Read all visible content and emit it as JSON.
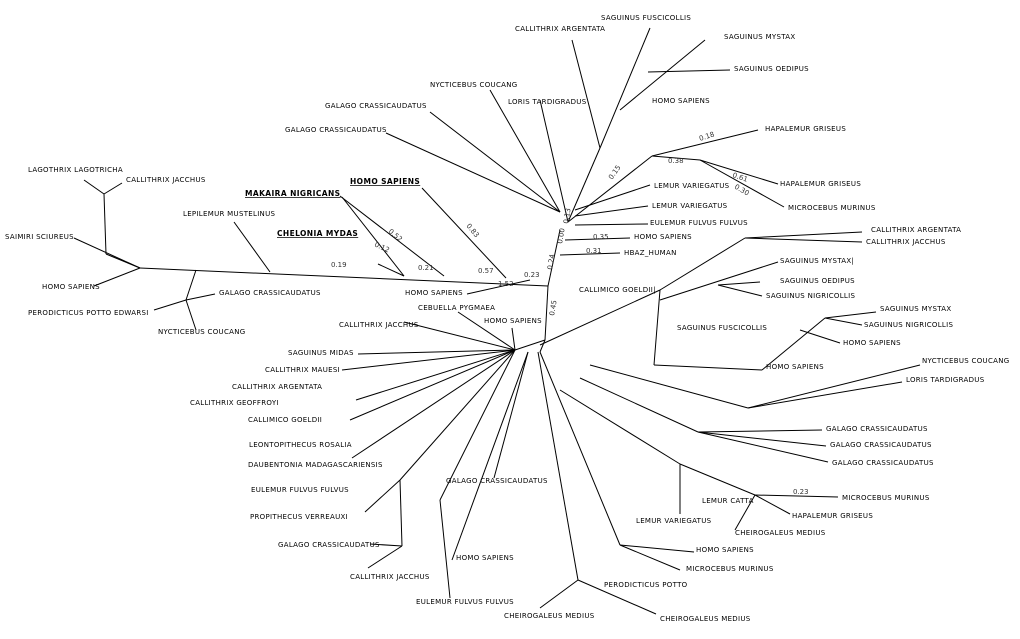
{
  "taxa": {
    "t1": "SAGUINUS FUSCICOLLIS",
    "t2": "CALLITHRIX ARGENTATA",
    "t3": "SAGUINUS MYSTAX",
    "t4": "SAGUINUS OEDIPUS",
    "t5": "NYCTICEBUS COUCANG",
    "t6": "GALAGO CRASSICAUDATUS",
    "t7": "LORIS TARDIGRADUS",
    "t8": "HOMO SAPIENS",
    "t9": "GALAGO CRASSICAUDATUS",
    "t10": "HAPALEMUR GRISEUS",
    "t11": "LAGOTHRIX LAGOTRICHA",
    "t12": "CALLITHRIX JACCHUS",
    "t13": "HAPALEMUR GRISEUS",
    "t14": "MICROCEBUS MURINUS",
    "t15": "LEMUR VARIEGATUS",
    "t16": "LEMUR VARIEGATUS",
    "t17": "LEPILEMUR MUSTELINUS",
    "t18": "EULEMUR FULVUS FULVUS",
    "t19": "HOMO SAPIENS",
    "t20": "CALLITHRIX ARGENTATA",
    "t21": "SAIMIRI SCIUREUS",
    "t22": "CALLITHRIX JACCHUS",
    "t23": "HBAZ_HUMAN",
    "t24": "SAGUINUS MYSTAX|",
    "t25": "SAGUINUS OEDIPUS",
    "t26": "HOMO SAPIENS",
    "t27": "CALLIMICO GOELDII|",
    "t28": "SAGUINUS NIGRICOLLIS",
    "t29": "GALAGO CRASSICAUDATUS",
    "t30": "HOMO SAPIENS",
    "t31": "SAGUINUS MYSTAX",
    "t32": "PERODICTICUS POTTO EDWARSI",
    "t33": "CEBUELLA PYGMAEA",
    "t34": "SAGUINUS FUSCICOLLIS",
    "t35": "SAGUINUS NIGRICOLLIS",
    "t36": "NYCTICEBUS COUCANG",
    "t37": "CALLITHRIX JACCHUS",
    "t38": "HOMO SAPIENS",
    "t39": "HOMO SAPIENS",
    "t40": "SAGUINUS MIDAS",
    "t41": "HOMO SAPIENS",
    "t42": "NYCTICEBUS COUCANG",
    "t43": "CALLITHRIX MAUESI",
    "t44": "LORIS TARDIGRADUS",
    "t45": "CALLITHRIX ARGENTATA",
    "t46": "CALLITHRIX GEOFFROYI",
    "t47": "CALLIMICO GOELDII",
    "t48": "GALAGO CRASSICAUDATUS",
    "t49": "GALAGO CRASSICAUDATUS",
    "t50": "LEONTOPITHECUS ROSALIA",
    "t51": "GALAGO CRASSICAUDATUS",
    "t52": "DAUBENTONIA MADAGASCARIENSIS",
    "t53": "GALAGO CRASSICAUDATUS",
    "t54": "EULEMUR FULVUS FULVUS",
    "t55": "MICROCEBUS MURINUS",
    "t56": "LEMUR CATTA",
    "t57": "PROPITHECUS VERREAUXI",
    "t58": "HAPALEMUR GRISEUS",
    "t59": "LEMUR VARIEGATUS",
    "t60": "CHEIROGALEUS MEDIUS",
    "t61": "GALAGO CRASSICAUDATUS",
    "t62": "HOMO SAPIENS",
    "t63": "HOMO SAPIENS",
    "t64": "MICROCEBUS MURINUS",
    "t65": "CALLITHRIX JACCHUS",
    "t66": "PERODICTICUS POTTO",
    "t67": "EULEMUR FULVUS FULVUS",
    "t68": "CHEIROGALEUS MEDIUS"
  },
  "highlighted": {
    "h1": "HOMO SAPIENS",
    "h2": "MAKAIRA NIGRICANS",
    "h3": "CHELONIA MYDAS"
  },
  "branch_lengths": {
    "b1": "0.18",
    "b2": "0.38",
    "b3": "0.61",
    "b4": "0.30",
    "b5": "0.15",
    "b6": "0.13",
    "b7": "0.00",
    "b8": "0.35",
    "b9": "0.24",
    "b10": "0.31",
    "b11": "0.52",
    "b12": "0.83",
    "b13": "0.12",
    "b14": "0.19",
    "b15": "0.21",
    "b16": "0.57",
    "b17": "0.23",
    "b18": "1.52",
    "b19": "0.45",
    "b20": "0.23"
  }
}
